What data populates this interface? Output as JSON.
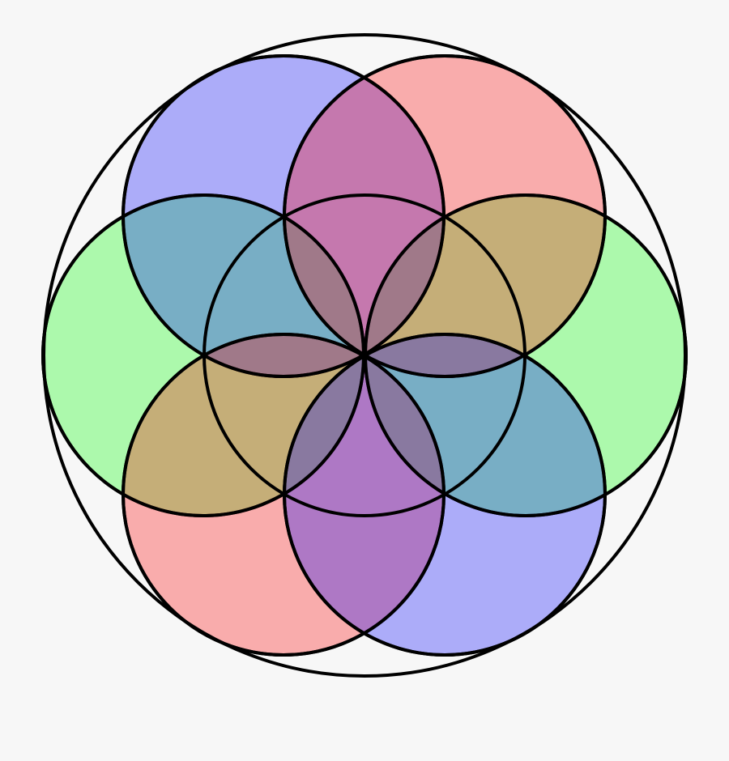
{
  "figure": {
    "background": "#f7f7f7",
    "stroke_color": "#000000",
    "fill_opacity": 0.3,
    "circles": [
      {
        "name": "center-circle",
        "color": "none"
      },
      {
        "name": "circle-top-left",
        "color": "#0000ff"
      },
      {
        "name": "circle-top-right",
        "color": "#ff0000"
      },
      {
        "name": "circle-right",
        "color": "#00ff00"
      },
      {
        "name": "circle-bottom-right",
        "color": "#0000ff"
      },
      {
        "name": "circle-bottom-left",
        "color": "#ff0000"
      },
      {
        "name": "circle-left",
        "color": "#00ff00"
      }
    ],
    "bounding_circle": {
      "name": "bounding-circle",
      "color": "none"
    }
  }
}
